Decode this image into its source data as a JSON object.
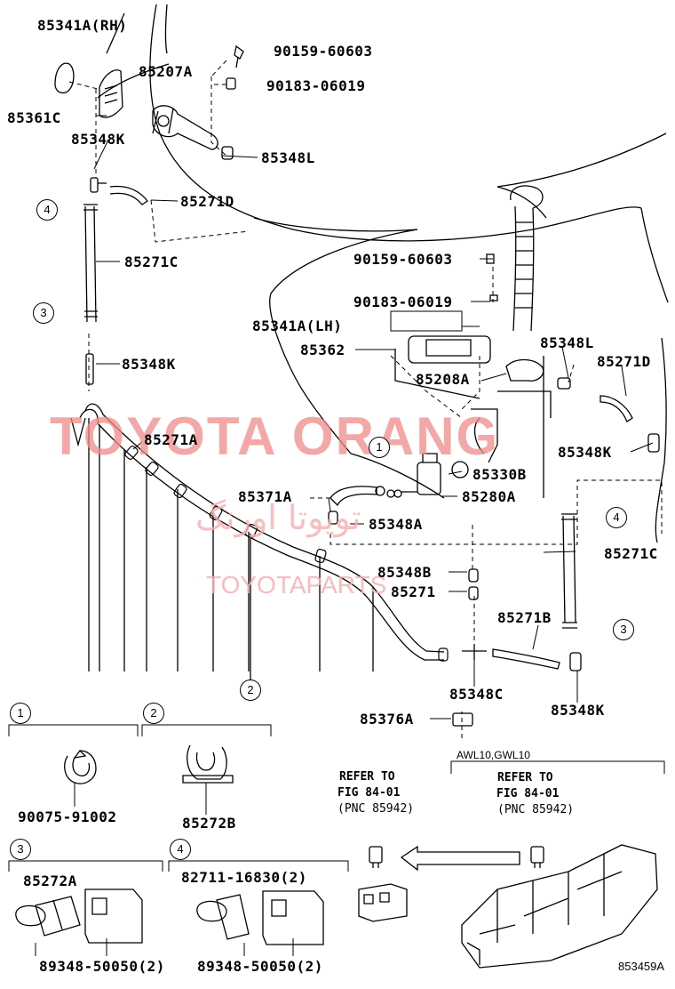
{
  "parts": {
    "p85341A_RH": "85341A(RH)",
    "p85207A": "85207A",
    "p85361C": "85361C",
    "p85348K_a": "85348K",
    "p90159_a": "90159-60603",
    "p90183_a": "90183-06019",
    "p85348L_a": "85348L",
    "p85271D_a": "85271D",
    "p85271C_a": "85271C",
    "p85348K_b": "85348K",
    "p90159_b": "90159-60603",
    "p90183_b": "90183-06019",
    "p85341A_LH": "85341A(LH)",
    "p85362": "85362",
    "p85348L_b": "85348L",
    "p85271D_b": "85271D",
    "p85208A": "85208A",
    "p85271A": "85271A",
    "p85348K_c": "85348K",
    "p85330B": "85330B",
    "p85371A": "85371A",
    "p85280A": "85280A",
    "p85348A": "85348A",
    "p85271C_b": "85271C",
    "p85348B": "85348B",
    "p85271": "85271",
    "p85271B": "85271B",
    "p85348C": "85348C",
    "p85348K_d": "85348K",
    "p85376A": "85376A"
  },
  "callouts": [
    "1",
    "2",
    "3",
    "4"
  ],
  "details": {
    "d1_num": "1",
    "d1_part": "90075-91002",
    "d2_num": "2",
    "d2_part": "85272B",
    "d3_num": "3",
    "d3_part_a": "85272A",
    "d3_part_b": "89348-50050(2)",
    "d4_num": "4",
    "d4_part_a": "82711-16830(2)",
    "d4_part_b": "89348-50050(2)"
  },
  "refer": {
    "left_line1": "REFER TO",
    "left_line2": "FIG 84-01",
    "left_line3": "(PNC 85942)",
    "right_line1": "REFER TO",
    "right_line2": "FIG 84-01",
    "right_line3": "(PNC 85942)",
    "model": "AWL10,GWL10"
  },
  "diagram_id": "853459A",
  "watermarks": {
    "main": "TOYOTA ORANG",
    "arabic": "تویوتا اورنگ",
    "sub": "TOYOTAPARTS"
  },
  "colors": {
    "ink": "#000000",
    "watermark": "#f08a8a",
    "watermark_light": "#f6b0b0"
  }
}
